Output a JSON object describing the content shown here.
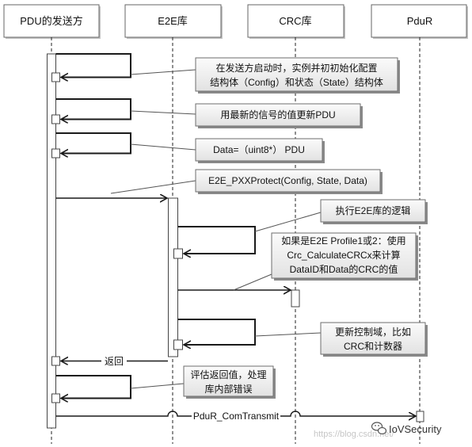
{
  "participants": [
    {
      "label": "PDU的发送方"
    },
    {
      "label": "E2E库"
    },
    {
      "label": "CRC库"
    },
    {
      "label": "PduR"
    }
  ],
  "notes": {
    "init": [
      "在发送方启动时，实例并初初始化配置",
      "结构体（Config）和状态（State）结构体"
    ],
    "update_pdu": [
      "用最新的信号的值更新PDU"
    ],
    "data_cast": [
      "Data=（uint8*） PDU"
    ],
    "protect_call": [
      "E2E_PXXProtect(Config, State, Data)"
    ],
    "e2e_logic": [
      "执行E2E库的逻辑"
    ],
    "crc_calc": [
      "如果是E2E Profile1或2：使用",
      "Crc_CalculateCRCx来计算",
      "DataID和Data的CRC的值"
    ],
    "update_ctrl": [
      "更新控制域，比如",
      "CRC和计数器"
    ],
    "eval_return": [
      "评估返回值，处理",
      "库内部错误"
    ]
  },
  "messages": {
    "return_label": "返回",
    "transmit_label": "PduR_ComTransmit"
  },
  "watermark": {
    "brand": "IoVSecurity",
    "url": "https://blog.csdn.net/",
    "icon": "wechat-icon"
  }
}
